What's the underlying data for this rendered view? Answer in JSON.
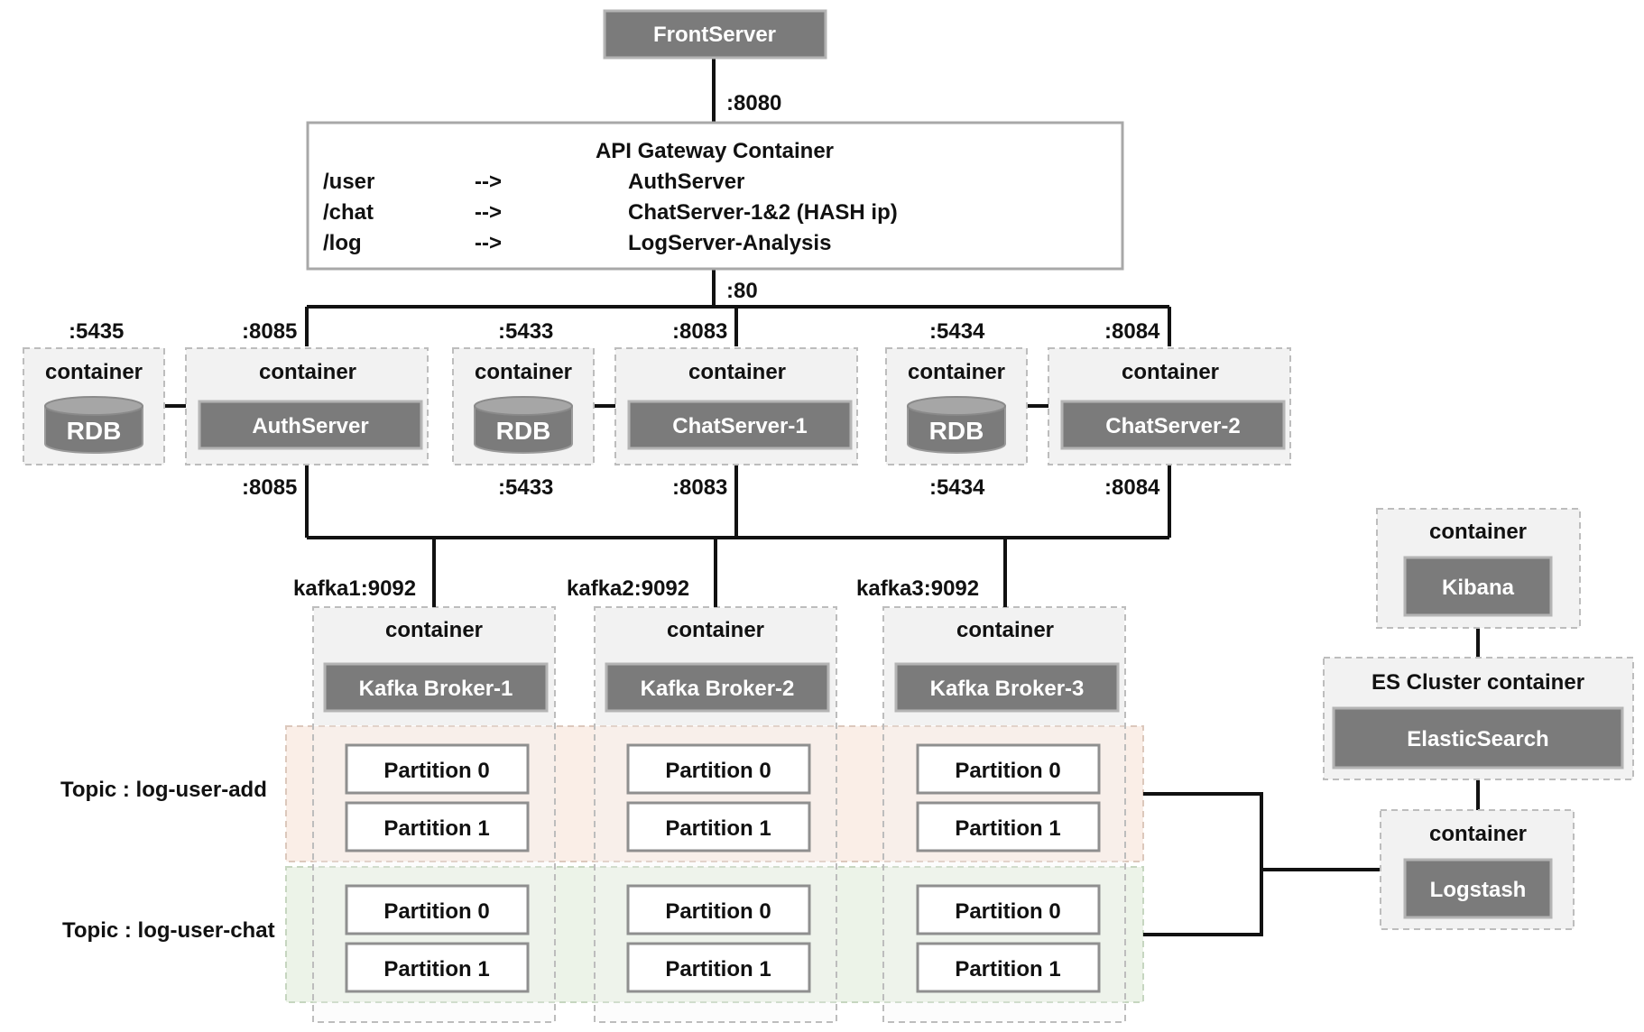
{
  "front_server": {
    "label": "FrontServer",
    "port": ":8080"
  },
  "gateway": {
    "title": "API Gateway Container",
    "routes": [
      {
        "path": "/user",
        "arrow": "-->",
        "target": "AuthServer"
      },
      {
        "path": "/chat",
        "arrow": "-->",
        "target": "ChatServer-1&2 (HASH ip)"
      },
      {
        "path": "/log",
        "arrow": "-->",
        "target": "LogServer-Analysis"
      }
    ],
    "out_port": ":80"
  },
  "server_row": {
    "container_label": "container",
    "rdb_label": "RDB",
    "groups": [
      {
        "rdb_port": ":5435",
        "server": "AuthServer",
        "server_port": ":8085",
        "server_port_bottom": ":8085"
      },
      {
        "rdb_port": ":5433",
        "rdb_port_bottom": ":5433",
        "server": "ChatServer-1",
        "server_port": ":8083",
        "server_port_bottom": ":8083"
      },
      {
        "rdb_port": ":5434",
        "rdb_port_bottom": ":5434",
        "server": "ChatServer-2",
        "server_port": ":8084",
        "server_port_bottom": ":8084"
      }
    ]
  },
  "kafka": {
    "container_label": "container",
    "brokers": [
      {
        "address": "kafka1:9092",
        "name": "Kafka Broker-1"
      },
      {
        "address": "kafka2:9092",
        "name": "Kafka Broker-2"
      },
      {
        "address": "kafka3:9092",
        "name": "Kafka Broker-3"
      }
    ],
    "topics": [
      {
        "label": "Topic : log-user-add",
        "color": "#f9ece4",
        "partitions": [
          "Partition 0",
          "Partition 1"
        ]
      },
      {
        "label": "Topic : log-user-chat",
        "color": "#eaf2e6",
        "partitions": [
          "Partition 0",
          "Partition 1"
        ]
      }
    ]
  },
  "elk": {
    "kibana": {
      "container": "container",
      "name": "Kibana"
    },
    "elasticsearch": {
      "container": "ES Cluster container",
      "name": "ElasticSearch"
    },
    "logstash": {
      "container": "container",
      "name": "Logstash"
    }
  }
}
